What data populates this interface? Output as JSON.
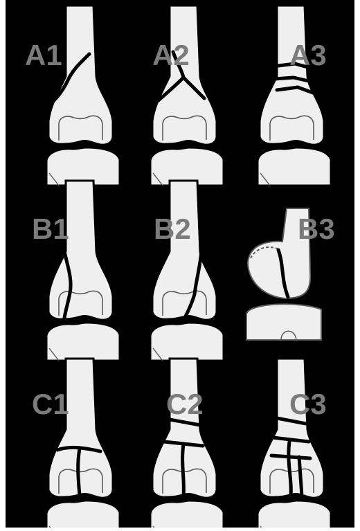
{
  "colors": {
    "background": "#000000",
    "page_margin": "#ffffff",
    "bone_fill": "#efefef",
    "outline": "#5a5a5a",
    "label": "#7b7b7b"
  },
  "panels": [
    {
      "label": "A1",
      "type": "A1"
    },
    {
      "label": "A2",
      "type": "A2"
    },
    {
      "label": "A3",
      "type": "A3"
    },
    {
      "label": "B1",
      "type": "B1"
    },
    {
      "label": "B2",
      "type": "B2"
    },
    {
      "label": "B3",
      "type": "B3"
    },
    {
      "label": "C1",
      "type": "C1"
    },
    {
      "label": "C2",
      "type": "C2"
    },
    {
      "label": "C3",
      "type": "C3"
    }
  ]
}
